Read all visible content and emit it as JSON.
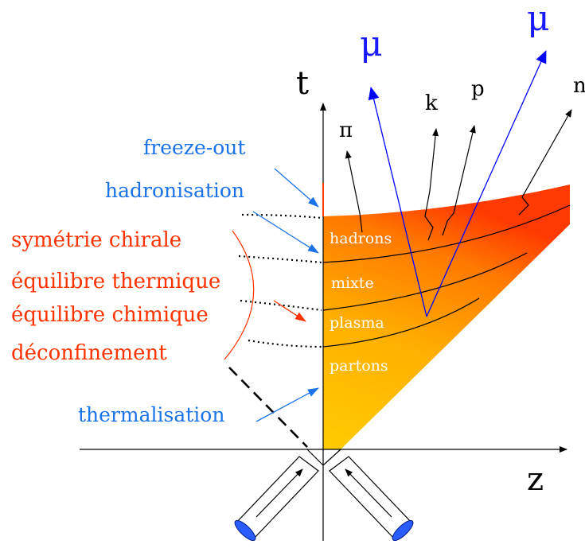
{
  "axes": {
    "time_label": "t",
    "space_label": "z"
  },
  "phases": {
    "hadrons": "hadrons",
    "mixte": "mixte",
    "plasma": "plasma",
    "partons": "partons"
  },
  "stages_blue": {
    "freeze_out": "freeze-out",
    "hadronisation": "hadronisation",
    "thermalisation": "thermalisation"
  },
  "properties_red": {
    "symetrie": "symétrie chirale",
    "equilibre_thermique": "équilibre thermique",
    "equilibre_chimique": "équilibre chimique",
    "deconfinement": "déconfinement"
  },
  "particles": {
    "pi": "π",
    "k": "k",
    "p": "p",
    "n": "n",
    "mu1": "μ",
    "mu2": "μ"
  },
  "colors": {
    "fill_top": "#ff4a00",
    "fill_mid": "#ffaa00",
    "fill_bottom": "#ffcc00",
    "blue_text": "#1a73e8",
    "red_text": "#ff3300",
    "muon_track": "#0000ff"
  }
}
